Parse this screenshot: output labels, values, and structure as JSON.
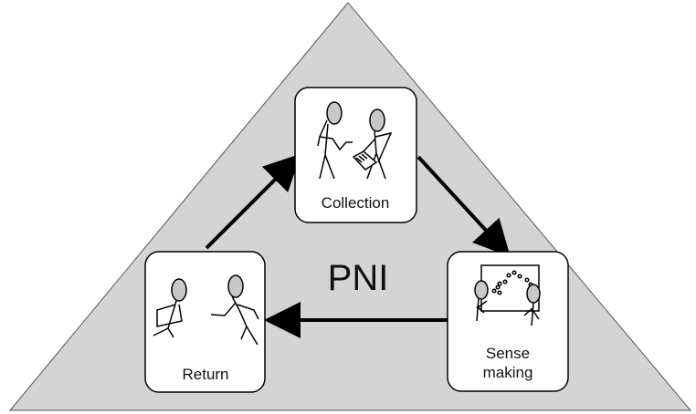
{
  "center_label": "PNI",
  "nodes": {
    "collection": {
      "label": "Collection"
    },
    "sense_making": {
      "label_line1": "Sense",
      "label_line2": "making"
    },
    "return": {
      "label": "Return"
    }
  },
  "colors": {
    "triangle_fill": "#d4d4d4",
    "triangle_stroke": "#555555",
    "node_fill": "#ffffff",
    "head_fill": "#c8c8c8",
    "stroke": "#000000"
  }
}
